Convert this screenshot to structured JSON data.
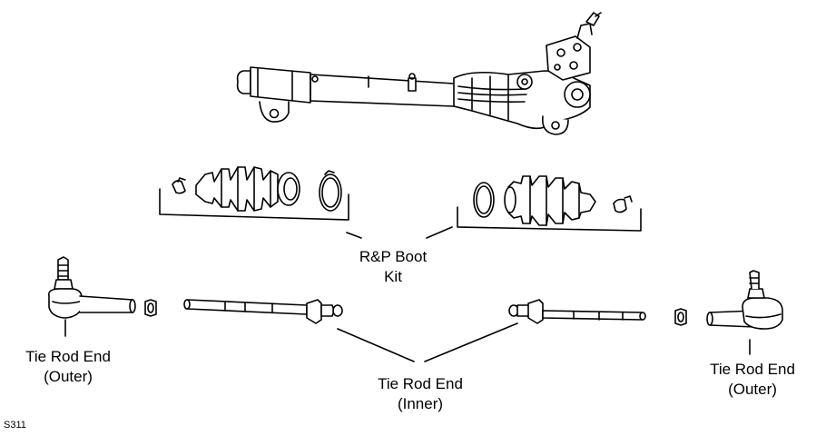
{
  "labels": {
    "boot_kit_line1": "R&P Boot",
    "boot_kit_line2": "Kit",
    "outer_left_line1": "Tie Rod End",
    "outer_left_line2": "(Outer)",
    "inner_line1": "Tie Rod End",
    "inner_line2": "(Inner)",
    "outer_right_line1": "Tie Rod End",
    "outer_right_line2": "(Outer)"
  },
  "figure_code": "S311",
  "colors": {
    "stroke": "#000000",
    "background": "#ffffff"
  }
}
